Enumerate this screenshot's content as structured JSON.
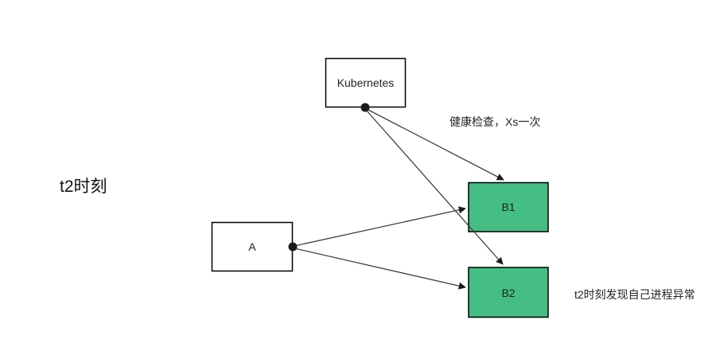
{
  "diagram": {
    "timeline_label": "t2时刻",
    "nodes": {
      "kubernetes": {
        "label": "Kubernetes",
        "fill": "#ffffff"
      },
      "a": {
        "label": "A",
        "fill": "#ffffff"
      },
      "b1": {
        "label": "B1",
        "fill": "#45be83"
      },
      "b2": {
        "label": "B2",
        "fill": "#45be83"
      }
    },
    "annotations": {
      "health_check": "健康检查，Xs一次",
      "process_abnormal": "t2时刻发现自己进程异常"
    },
    "edges": [
      {
        "from": "kubernetes",
        "to": "b1"
      },
      {
        "from": "kubernetes",
        "to": "b2"
      },
      {
        "from": "a",
        "to": "b1"
      },
      {
        "from": "a",
        "to": "b2"
      }
    ],
    "colors": {
      "node_green": "#45be83",
      "node_white": "#ffffff",
      "line": "#3f3f3f",
      "border": "#000000",
      "dot": "#1a1a1a"
    }
  }
}
